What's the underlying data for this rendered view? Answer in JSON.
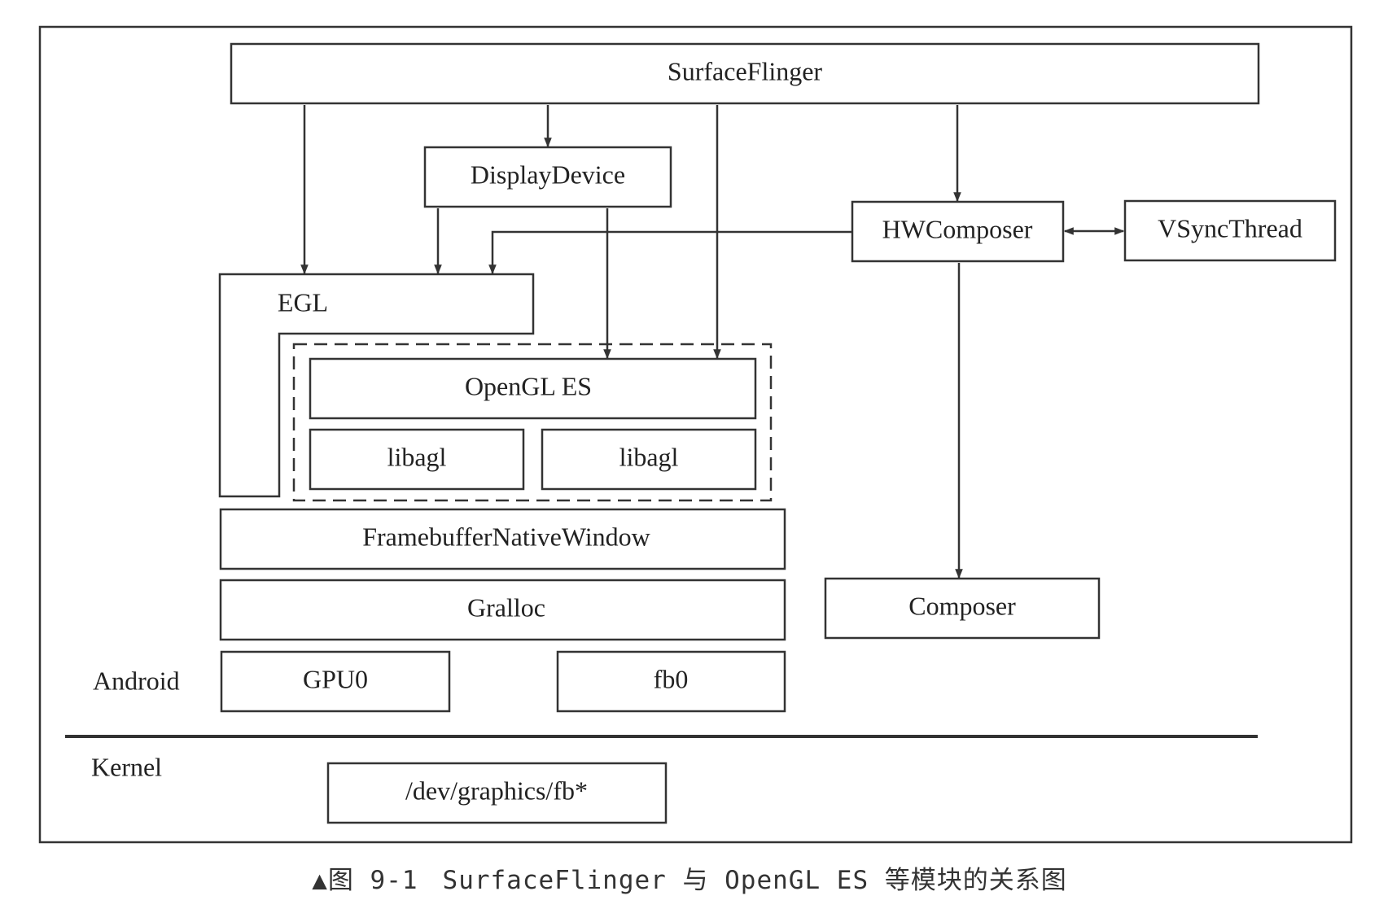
{
  "nodes": {
    "surfaceflinger": "SurfaceFlinger",
    "displaydevice": "DisplayDevice",
    "hwcomposer": "HWComposer",
    "vsyncthread": "VSyncThread",
    "egl": "EGL",
    "opengl_es": "OpenGL ES",
    "libagl_left": "libagl",
    "libagl_right": "libagl",
    "framebuffer_native_window": "FramebufferNativeWindow",
    "gralloc": "Gralloc",
    "composer": "Composer",
    "gpu0": "GPU0",
    "fb0": "fb0",
    "dev_graphics_fb": "/dev/graphics/fb*"
  },
  "layers": {
    "android": "Android",
    "kernel": "Kernel"
  },
  "caption": {
    "marker": "▲",
    "figure_number": "图 9-1",
    "text": "SurfaceFlinger 与 OpenGL ES 等模块的关系图"
  },
  "colors": {
    "line": "#333333",
    "text": "#222222",
    "background": "#ffffff"
  }
}
